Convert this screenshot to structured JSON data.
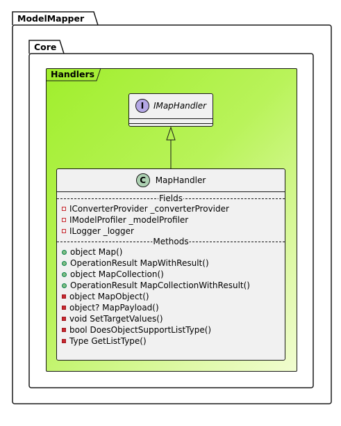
{
  "packages": {
    "outer": "ModelMapper",
    "middle": "Core",
    "inner": "Handlers"
  },
  "interface": {
    "icon_letter": "I",
    "name": "IMapHandler"
  },
  "class": {
    "icon_letter": "C",
    "name": "MapHandler",
    "fields_label": "Fields",
    "methods_label": "Methods",
    "fields": [
      {
        "visibility": "private",
        "text": "IConverterProvider _converterProvider"
      },
      {
        "visibility": "private",
        "text": "IModelProfiler _modelProfiler"
      },
      {
        "visibility": "private",
        "text": "ILogger _logger"
      }
    ],
    "methods": [
      {
        "visibility": "public",
        "text": "object Map()"
      },
      {
        "visibility": "public",
        "text": "OperationResult MapWithResult()"
      },
      {
        "visibility": "public",
        "text": "object MapCollection()"
      },
      {
        "visibility": "public",
        "text": "OperationResult MapCollectionWithResult()"
      },
      {
        "visibility": "private",
        "text": "object MapObject()"
      },
      {
        "visibility": "private",
        "text": "object? MapPayload()"
      },
      {
        "visibility": "private",
        "text": "void SetTargetValues()"
      },
      {
        "visibility": "private",
        "text": "bool DoesObjectSupportListType()"
      },
      {
        "visibility": "private",
        "text": "Type GetListType()"
      }
    ]
  },
  "colors": {
    "interface_icon": "#b4a7e5",
    "class_icon": "#add1b2",
    "private": "#c82930",
    "public": "#84be84",
    "package_fill_start": "#a0ee2c",
    "package_fill_end": "#f1fdd0"
  }
}
